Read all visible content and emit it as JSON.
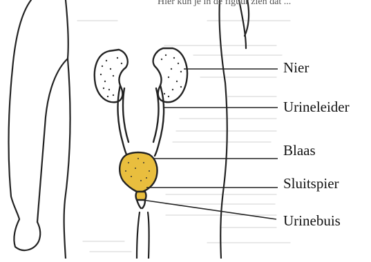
{
  "diagram": {
    "labels": {
      "nier": "Nier",
      "urineleider": "Urineleider",
      "blaas": "Blaas",
      "sluitspier": "Sluitspier",
      "urinebuis": "Urinebuis"
    },
    "page_fragment": "Hier kun je in de figuur zien dat ..."
  },
  "colors": {
    "bladder_fill": "#E9BE3E",
    "kidney_fill": "#FFFFFF",
    "line": "#222222",
    "background_text": "#D9D9D9",
    "page_fragment_text": "#555555"
  }
}
